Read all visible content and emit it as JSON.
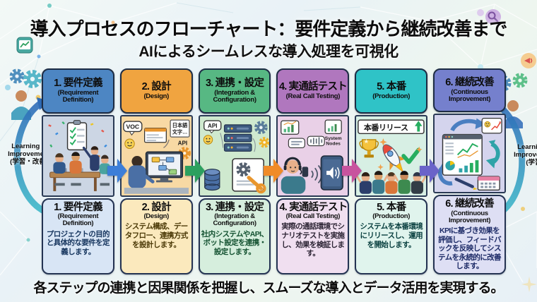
{
  "header": {
    "title": "導入プロセスのフローチャート：要件定義から継続改善まで",
    "subtitle": "AIによるシームレスな導入処理を可視化"
  },
  "footer": {
    "caption": "各ステップの連携と因果関係を把握し、スムーズな導入とデータ活用を実現する。"
  },
  "loops": {
    "left": {
      "en1": "Learning &",
      "en2": "Improvement",
      "jp": "(学習・改善)"
    },
    "right": {
      "en1": "Learning &",
      "en2": "Improvement",
      "jp": "(学習)"
    }
  },
  "steps": [
    {
      "title_jp": "1. 要件定義",
      "title_en": "(Requirement Definition)",
      "description": "プロジェクトの目的と具体的な要件を定義します。",
      "illustration": "team-meeting-checklist",
      "colors": {
        "header": "#4d86c3",
        "illustration": "#ccd6e4",
        "panel": "#d8e5f5",
        "desc_text": "#16355e"
      }
    },
    {
      "title_jp": "2. 設計",
      "title_en": "(Design)",
      "description": "システム構成、データフロー、連携方式を設計します。",
      "illustration": "designer-flowchart-monitor",
      "labels": {
        "voc": "VOC",
        "card_line1": "日本語",
        "card_line2": "文字…",
        "api": "API"
      },
      "colors": {
        "header": "#f0a440",
        "illustration": "#f8d9a4",
        "panel": "#fbe9bd",
        "desc_text": "#4c3a08"
      }
    },
    {
      "title_jp": "3. 連携・設定",
      "title_en": "(Integration & Configuration)",
      "description": "社内システムやAPI、ボット設定を連携・設定します。",
      "illustration": "servers-database-settings",
      "labels": {
        "api": "API"
      },
      "colors": {
        "header": "#57b883",
        "illustration": "#cfe9cf",
        "panel": "#d6eedd",
        "desc_text": "#145231"
      }
    },
    {
      "title_jp": "4. 実通話テスト",
      "title_en": "(Real Call Testing)",
      "description": "実際の通話環境でシナリオテストを実施し、効果を検証します。",
      "illustration": "operator-phone-call-test",
      "labels": {
        "system1": "System",
        "system2": "Nodes"
      },
      "colors": {
        "header": "#b077be",
        "illustration": "#e9d0e7",
        "panel": "#f0dff0",
        "desc_text": "#2b2333"
      }
    },
    {
      "title_jp": "5. 本番",
      "title_en": "(Production)",
      "description": "システムを本番環境にリリースし、運用を開始します。",
      "illustration": "launch-rocket-trophy-team",
      "labels": {
        "release": "本番リリース"
      },
      "colors": {
        "header": "#2fc3c7",
        "illustration": "#d7efe4",
        "panel": "#e0f4ed",
        "desc_text": "#073e3e"
      }
    },
    {
      "title_jp": "6. 継続改善",
      "title_en": "(Continuous Improvement)",
      "description": "KPIに基づき効果を評価し、フィードバックを反映してシステムを永続的に改善します。",
      "illustration": "kpi-dashboard-cycle",
      "colors": {
        "header": "#7580cd",
        "illustration": "#d4d4ed",
        "panel": "#dedff4",
        "desc_text": "#1c2a66"
      }
    }
  ],
  "arrows": [
    {
      "color": "#3d7ed8"
    },
    {
      "color": "#2da05f"
    },
    {
      "color": "#f08b28"
    },
    {
      "color": "#c8539e"
    },
    {
      "color": "#6a63c9"
    }
  ],
  "loop_colors": {
    "start": "#3fb9c9",
    "end": "#2f6cb8"
  }
}
